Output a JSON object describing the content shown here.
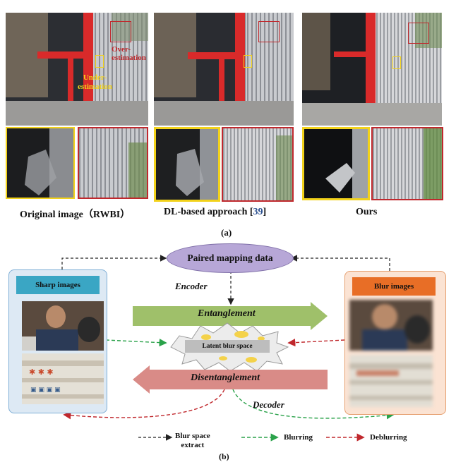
{
  "panel_a": {
    "captions": {
      "original": "Original  image（RWBI）",
      "dl_prefix": "DL-based approach [",
      "dl_ref": "39",
      "dl_suffix": "]",
      "ours": "Ours"
    },
    "annotations": {
      "over": "Over-\nestimation",
      "under": "Under-\nestimation"
    },
    "label": "(a)"
  },
  "panel_b": {
    "top_node": "Paired mapping data",
    "sharp_title": "Sharp images",
    "blur_title": "Blur images",
    "encoder": "Encoder",
    "decoder": "Decoder",
    "entanglement": "Entanglement",
    "disentanglement": "Disentanglement",
    "latent": "Latent blur space",
    "legend": {
      "extract": "Blur space\nextract",
      "blurring": "Blurring",
      "deblurring": "Deblurring"
    },
    "label": "(b)"
  },
  "colors": {
    "red_frame": "#c0282d",
    "yellow_frame": "#f2d21b",
    "sharp_panel_bg": "#dde9f4",
    "sharp_panel_border": "#7eaed6",
    "sharp_title_bg": "#3aa6c4",
    "blur_panel_bg": "#fbe3d3",
    "blur_panel_border": "#e6a070",
    "blur_title_bg": "#e86e26",
    "entanglement_arrow": "#9fc06a",
    "disentanglement_arrow": "#d98b87",
    "top_node": "#b7a7d7",
    "green_flow": "#2aa24a",
    "red_flow": "#c0282d"
  }
}
